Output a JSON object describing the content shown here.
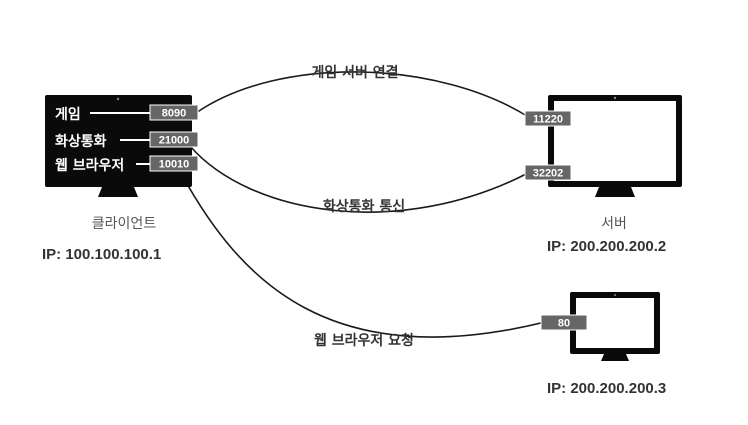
{
  "client": {
    "name": "클라이언트",
    "ip": "IP: 100.100.100.1",
    "apps": [
      {
        "label": "게임",
        "port": "8090"
      },
      {
        "label": "화상통화",
        "port": "21000"
      },
      {
        "label": "웹 브라우저",
        "port": "10010"
      }
    ]
  },
  "server": {
    "name": "서버",
    "ip": "IP: 200.200.200.2",
    "ports": [
      "11220",
      "32202"
    ]
  },
  "server2": {
    "ip": "IP: 200.200.200.3",
    "port": "80"
  },
  "connections": {
    "game": "게임 서버 연결",
    "video": "화상통화 통신",
    "web": "웹 브라우저 요청"
  }
}
